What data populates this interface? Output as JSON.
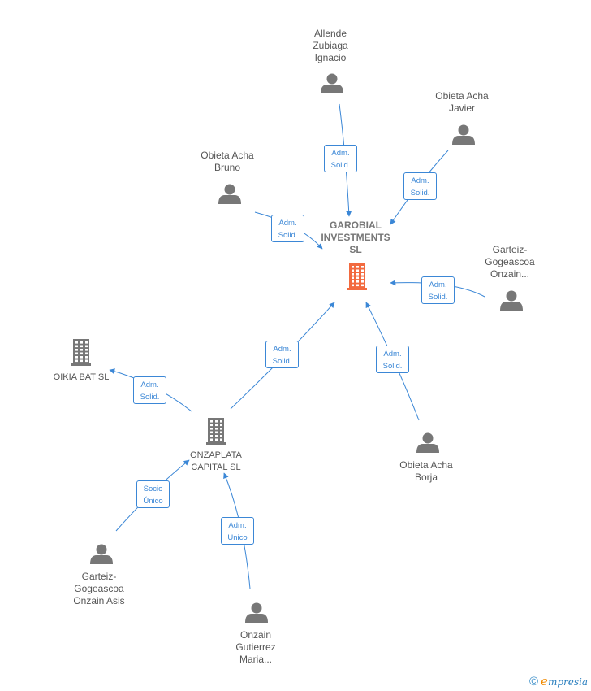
{
  "nodes": {
    "garobial": {
      "lines": [
        "GAROBIAL",
        "INVESTMENTS",
        "SL"
      ],
      "type": "company-main"
    },
    "allende": {
      "lines": [
        "Allende",
        "Zubiaga",
        "Ignacio"
      ],
      "type": "person"
    },
    "obieta_javier": {
      "lines": [
        "Obieta Acha",
        "Javier"
      ],
      "type": "person"
    },
    "obieta_bruno": {
      "lines": [
        "Obieta Acha",
        "Bruno"
      ],
      "type": "person"
    },
    "garteiz_onzain": {
      "lines": [
        "Garteiz-",
        "Gogeascoa",
        "Onzain..."
      ],
      "type": "person"
    },
    "obieta_borja": {
      "lines": [
        "Obieta Acha",
        "Borja"
      ],
      "type": "person"
    },
    "oikia": {
      "lines": [
        "OIKIA BAT  SL"
      ],
      "type": "company"
    },
    "onzaplata": {
      "lines": [
        "ONZAPLATA",
        "CAPITAL  SL"
      ],
      "type": "company"
    },
    "garteiz_asis": {
      "lines": [
        "Garteiz-",
        "Gogeascoa",
        "Onzain Asis"
      ],
      "type": "person"
    },
    "onzain_maria": {
      "lines": [
        "Onzain",
        "Gutierrez",
        "Maria..."
      ],
      "type": "person"
    }
  },
  "edges": [
    {
      "from": "allende",
      "to": "garobial",
      "label": [
        "Adm.",
        "Solid."
      ]
    },
    {
      "from": "obieta_javier",
      "to": "garobial",
      "label": [
        "Adm.",
        "Solid."
      ]
    },
    {
      "from": "obieta_bruno",
      "to": "garobial",
      "label": [
        "Adm.",
        "Solid."
      ]
    },
    {
      "from": "garteiz_onzain",
      "to": "garobial",
      "label": [
        "Adm.",
        "Solid."
      ]
    },
    {
      "from": "obieta_borja",
      "to": "garobial",
      "label": [
        "Adm.",
        "Solid."
      ]
    },
    {
      "from": "onzaplata",
      "to": "garobial",
      "label": [
        "Adm.",
        "Solid."
      ]
    },
    {
      "from": "onzaplata",
      "to": "oikia",
      "label": [
        "Adm.",
        "Solid."
      ]
    },
    {
      "from": "garteiz_asis",
      "to": "onzaplata",
      "label": [
        "Socio",
        "Único"
      ]
    },
    {
      "from": "onzain_maria",
      "to": "onzaplata",
      "label": [
        "Adm.",
        "Unico"
      ]
    }
  ],
  "footer": {
    "copyright": "©",
    "brand_initial": "e",
    "brand_rest": "mpresia"
  },
  "colors": {
    "edge": "#3b87d6",
    "node_gray": "#777777",
    "main_company": "#f26a3f",
    "label_text": "#555555"
  },
  "icons": {
    "person": "person-icon",
    "company": "building-icon"
  }
}
